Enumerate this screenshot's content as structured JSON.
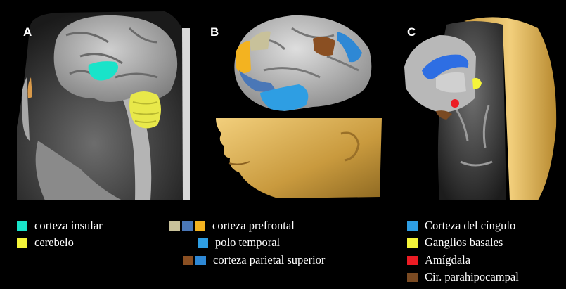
{
  "panels": {
    "a": {
      "letter": "A"
    },
    "b": {
      "letter": "B"
    },
    "c": {
      "letter": "C"
    }
  },
  "colors": {
    "insular": "#19e3c9",
    "cerebelo": "#f4f43a",
    "prefrontal_gray": "#c8c19a",
    "prefrontal_blue": "#4a77b7",
    "prefrontal_orange": "#f3b320",
    "temporal": "#2e9ee3",
    "parietal_brown": "#8a4f22",
    "parietal_blue": "#2e88d5",
    "cingulo": "#2e9ee3",
    "ganglios": "#f4f43a",
    "amigdala": "#ec1c24",
    "parahipocampal": "#7a4a22"
  },
  "legend": {
    "col_a": [
      {
        "label": "corteza insular",
        "colors": [
          "#19e3c9"
        ]
      },
      {
        "label": "cerebelo",
        "colors": [
          "#f4f43a"
        ]
      }
    ],
    "col_b": [
      {
        "label": "corteza prefrontal",
        "colors": [
          "#c8c19a",
          "#4a77b7",
          "#f3b320"
        ]
      },
      {
        "label": "polo temporal",
        "colors": [
          "#2e9ee3"
        ]
      },
      {
        "label": "corteza parietal superior",
        "colors": [
          "#8a4f22",
          "#2e88d5"
        ]
      }
    ],
    "col_c": [
      {
        "label": "Corteza del cíngulo",
        "colors": [
          "#2e9ee3"
        ]
      },
      {
        "label": "Ganglios basales",
        "colors": [
          "#f4f43a"
        ]
      },
      {
        "label": "Amígdala",
        "colors": [
          "#ec1c24"
        ]
      },
      {
        "label": "Cir. parahipocampal",
        "colors": [
          "#7a4a22"
        ]
      }
    ]
  }
}
